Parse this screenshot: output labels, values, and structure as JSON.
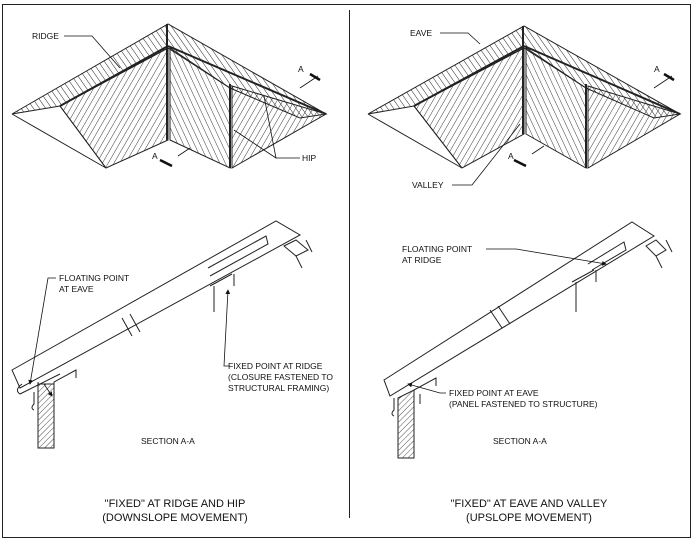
{
  "left_panel": {
    "plan_labels": {
      "ridge": "RIDGE",
      "hip": "HIP",
      "section_mark_1": "A",
      "section_mark_2": "A"
    },
    "section_labels": {
      "floating_1": "FLOATING POINT",
      "floating_2": "AT EAVE",
      "fixed_1": "FIXED POINT AT RIDGE",
      "fixed_2": "(CLOSURE FASTENED TO",
      "fixed_3": "STRUCTURAL FRAMING)",
      "section_title": "SECTION A-A"
    },
    "caption_1": "\"FIXED\" AT RIDGE AND HIP",
    "caption_2": "(DOWNSLOPE MOVEMENT)"
  },
  "right_panel": {
    "plan_labels": {
      "eave": "EAVE",
      "valley": "VALLEY",
      "section_mark_1": "A",
      "section_mark_2": "A"
    },
    "section_labels": {
      "floating_1": "FLOATING POINT",
      "floating_2": "AT RIDGE",
      "fixed_1": "FIXED POINT AT EAVE",
      "fixed_2": "(PANEL FASTENED TO STRUCTURE)",
      "section_title": "SECTION A-A"
    },
    "caption_1": "\"FIXED\" AT EAVE AND VALLEY",
    "caption_2": "(UPSLOPE MOVEMENT)"
  }
}
